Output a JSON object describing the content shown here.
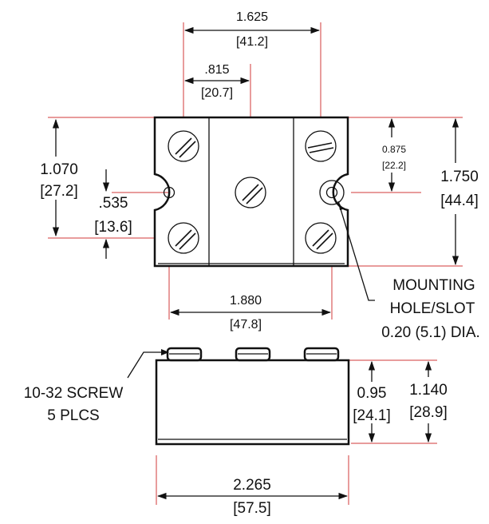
{
  "dimensions": {
    "width_top_in": "1.625",
    "width_top_mm": "[41.2]",
    "center_offset_in": ".815",
    "center_offset_mm": "[20.7]",
    "height_left_in": "1.070",
    "height_left_mm": "[27.2]",
    "half_height_in": ".535",
    "half_height_mm": "[13.6]",
    "right_inner_in": "0.875",
    "right_inner_mm": "[22.2]",
    "height_right_in": "1.750",
    "height_right_mm": "[44.4]",
    "mid_width_in": "1.880",
    "mid_width_mm": "[47.8]",
    "side_height_in": "0.95",
    "side_height_mm": "[24.1]",
    "total_height_in": "1.140",
    "total_height_mm": "[28.9]",
    "total_width_in": "2.265",
    "total_width_mm": "[57.5]"
  },
  "callouts": {
    "mounting_line1": "MOUNTING",
    "mounting_line2": "HOLE/SLOT",
    "mounting_line3": "0.20 (5.1) DIA.",
    "screw_line1": "10-32 SCREW",
    "screw_line2": "5 PLCS"
  },
  "colors": {
    "outline": "#111111",
    "extension_line": "#d23a3a"
  }
}
